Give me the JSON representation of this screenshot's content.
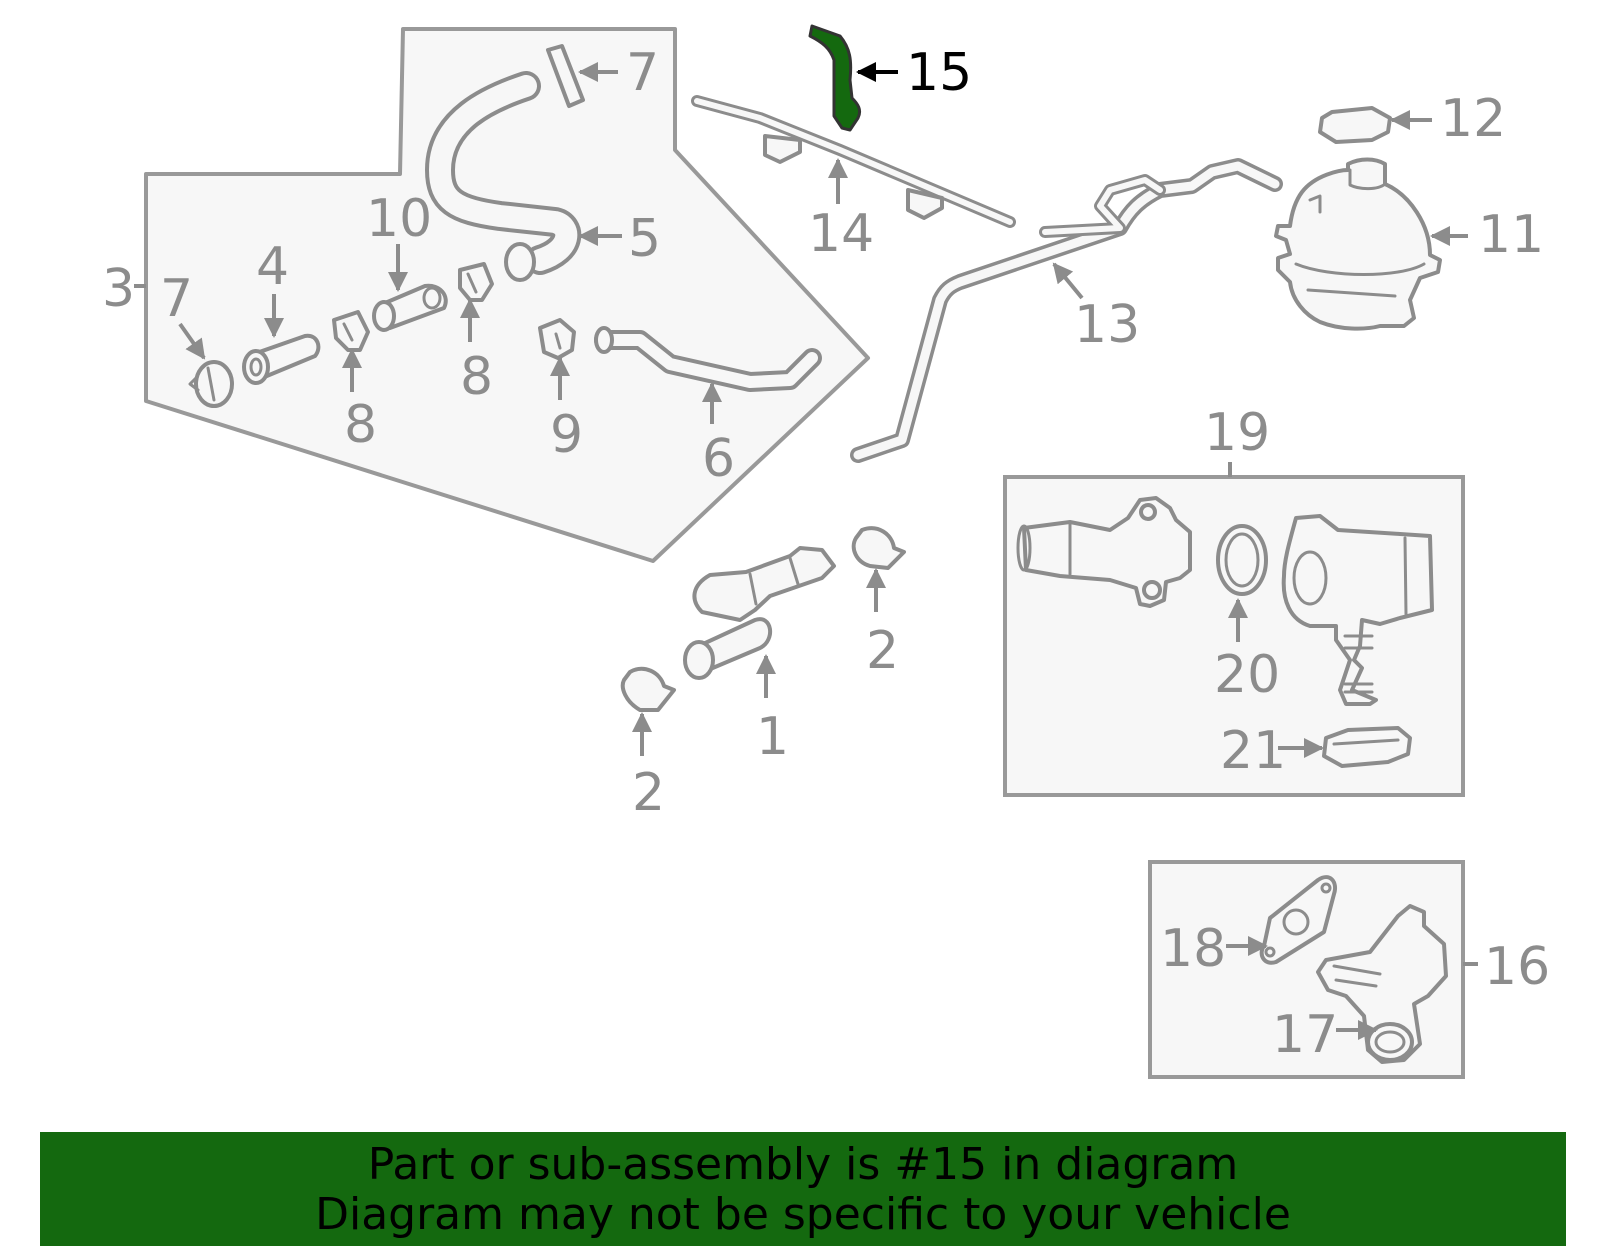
{
  "colors": {
    "highlight": "#14690f",
    "part_stroke": "#8c8c8c",
    "label": "#8c8c8c",
    "banner_bg": "#14690f",
    "banner_text": "#000000"
  },
  "callouts": {
    "c1": "1",
    "c2a": "2",
    "c2b": "2",
    "c3": "3",
    "c4": "4",
    "c5": "5",
    "c6": "6",
    "c7a": "7",
    "c7b": "7",
    "c8a": "8",
    "c8b": "8",
    "c9": "9",
    "c10": "10",
    "c11": "11",
    "c12": "12",
    "c13": "13",
    "c14": "14",
    "c15": "15",
    "c16": "16",
    "c17": "17",
    "c18": "18",
    "c19": "19",
    "c20": "20",
    "c21": "21"
  },
  "highlighted_part": "15",
  "banner": {
    "line1": "Part or sub-assembly is #15 in diagram",
    "line2": "Diagram may not be specific to your vehicle"
  }
}
